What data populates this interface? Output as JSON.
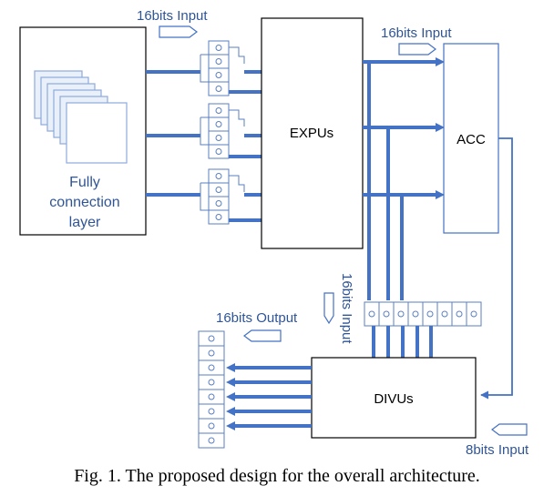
{
  "labels": {
    "fc_line1": "Fully",
    "fc_line2": "connection",
    "fc_line3": "layer",
    "expus": "EXPUs",
    "acc": "ACC",
    "divus": "DIVUs",
    "input_16_top": "16bits Input",
    "input_16_acc": "16bits Input",
    "input_16_vertical": "16bits Input",
    "output_16": "16bits Output",
    "input_8": "8bits Input"
  },
  "caption": "Fig. 1. The proposed design for the overall architecture.",
  "colors": {
    "wire": "#4472c4",
    "label": "#2f5597",
    "cell_border": "#5b7fbf",
    "box_border": "#000000"
  }
}
